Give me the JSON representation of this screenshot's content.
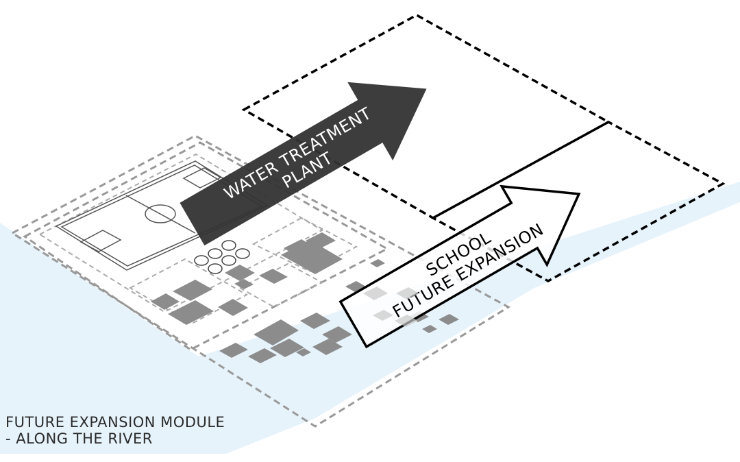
{
  "arrows": {
    "water_treatment": {
      "line1": "WATER TREATMENT",
      "line2": "PLANT",
      "fill": "#333333",
      "text_color": "#ffffff"
    },
    "school_expansion": {
      "line1": "SCHOOL",
      "line2": "FUTURE EXPANSION",
      "fill": "#ffffff",
      "stroke": "#000000",
      "text_color": "#000000"
    }
  },
  "caption": {
    "line1": "FUTURE EXPANSION MODULE",
    "line2": "- ALONG THE RIVER"
  },
  "colors": {
    "river": "#e6f3fb",
    "existing_outline": "#999999",
    "future_outline": "#000000",
    "building": "#8c8c8c"
  }
}
